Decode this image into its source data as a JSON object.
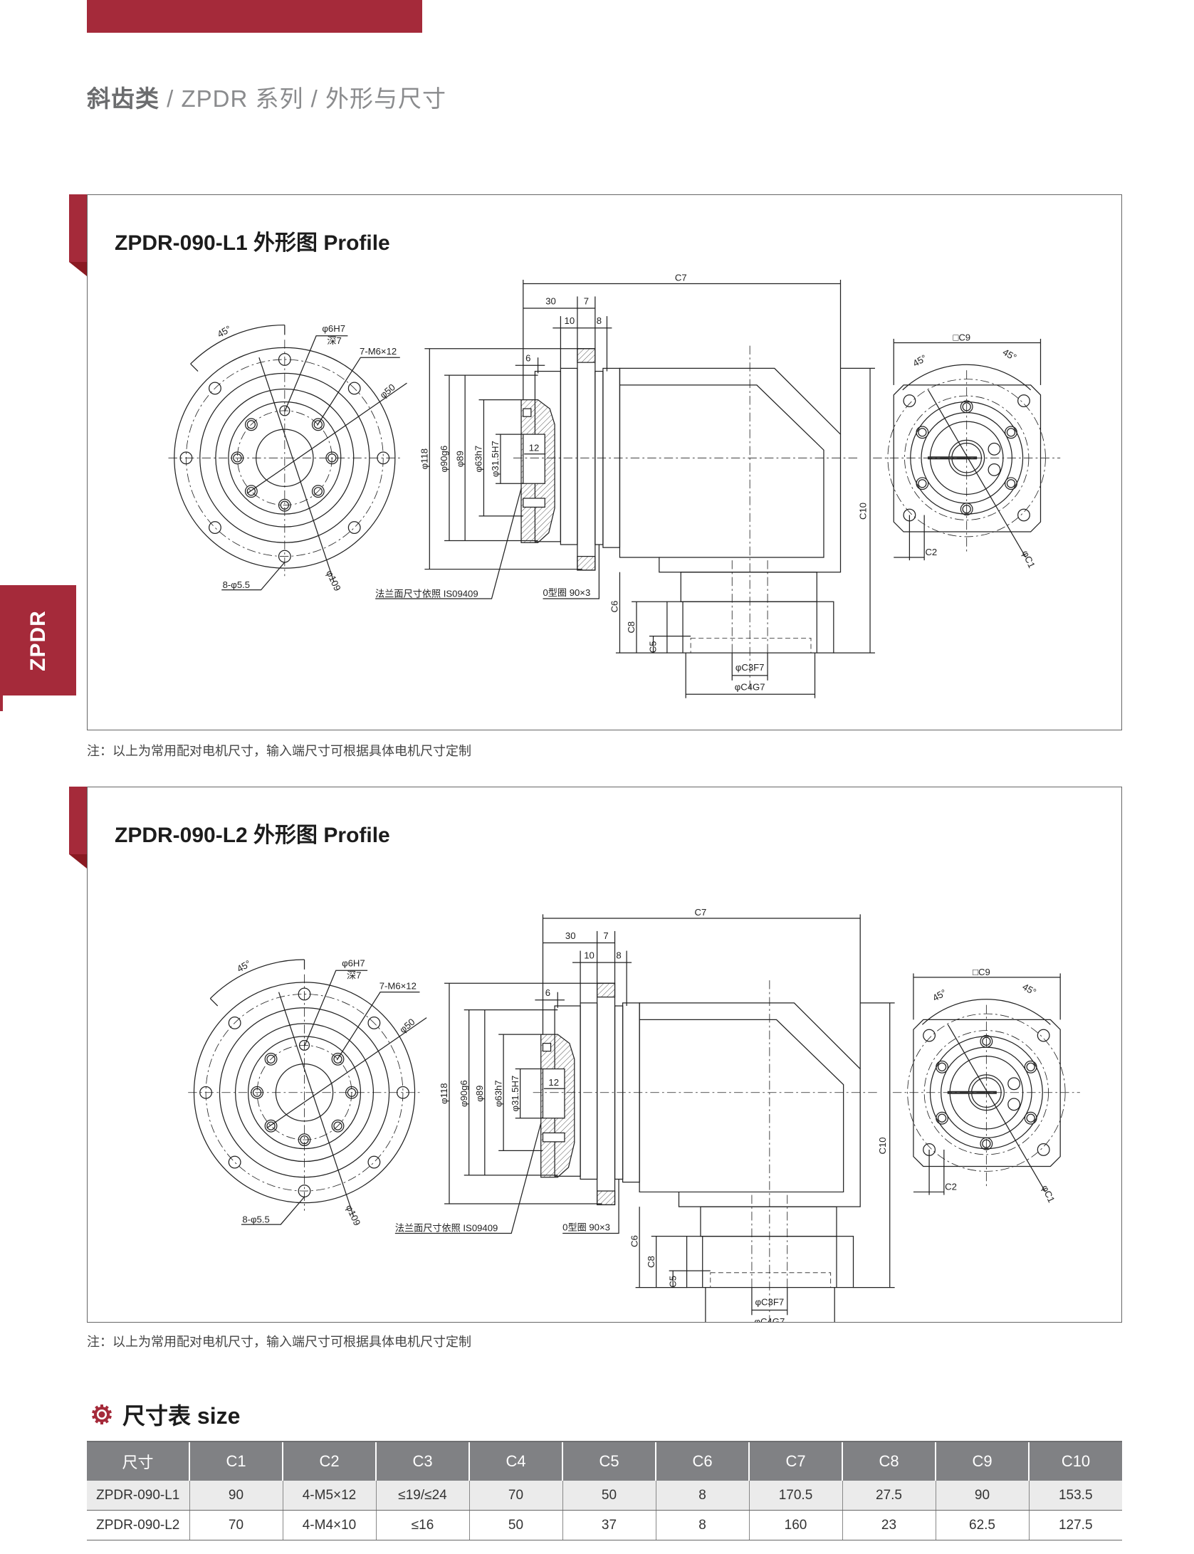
{
  "breadcrumb": {
    "category": "斜齿类",
    "sep1": " / ",
    "series": "ZPDR 系列",
    "sep2": " / ",
    "page": "外形与尺寸"
  },
  "side_tab": "ZPDR",
  "panels": [
    {
      "title": "ZPDR-090-L1 外形图 Profile",
      "note": "注：以上为常用配对电机尺寸，输入端尺寸可根据具体电机尺寸定制"
    },
    {
      "title": "ZPDR-090-L2 外形图 Profile",
      "note": "注：以上为常用配对电机尺寸，输入端尺寸可根据具体电机尺寸定制"
    }
  ],
  "drawing_labels": {
    "angle_left": "45°",
    "pin_hole": "φ6H7",
    "pin_depth": "深7",
    "tapped_holes": "7-M6×12",
    "d50": "φ50",
    "mount_holes": "8-φ5.5",
    "d109": "φ109",
    "c7": "C7",
    "d30": "30",
    "d7": "7",
    "d10": "10",
    "d8": "8",
    "d6": "6",
    "d12": "12",
    "d118": "φ118",
    "d90g6": "φ90g6",
    "d89": "φ89",
    "d63h7": "φ63h7",
    "d31_5h7": "φ31.5H7",
    "c10": "C10",
    "c6": "C6",
    "c8": "C8",
    "c5": "C5",
    "flange_std": "法兰面尺寸依照 IS09409",
    "oring": "0型圈 90×3",
    "c3f7": "φC3F7",
    "c4g7": "φC4G7",
    "c9": "□C9",
    "angle_r1": "45°",
    "angle_r2": "45°",
    "c2": "C2",
    "c1": "φC1"
  },
  "size_table": {
    "heading": "尺寸表 size",
    "headers": [
      "尺寸",
      "C1",
      "C2",
      "C3",
      "C4",
      "C5",
      "C6",
      "C7",
      "C8",
      "C9",
      "C10"
    ],
    "rows": [
      [
        "ZPDR-090-L1",
        "90",
        "4-M5×12",
        "≤19/≤24",
        "70",
        "50",
        "8",
        "170.5",
        "27.5",
        "90",
        "153.5"
      ],
      [
        "ZPDR-090-L2",
        "70",
        "4-M4×10",
        "≤16",
        "50",
        "37",
        "8",
        "160",
        "23",
        "62.5",
        "127.5"
      ]
    ]
  },
  "colors": {
    "accent": "#a52a3a",
    "table_header": "#808184",
    "row_alt": "#ebebeb"
  }
}
